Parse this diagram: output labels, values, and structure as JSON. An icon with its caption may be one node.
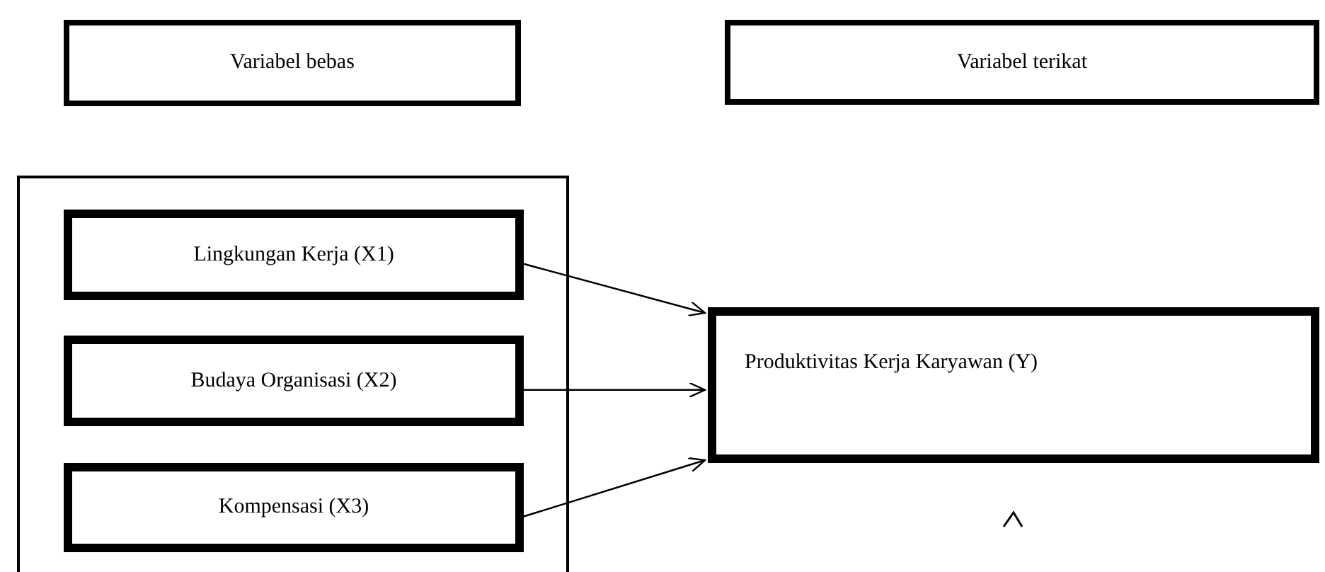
{
  "diagram": {
    "nodes": [
      {
        "text": [
          "Variabel bebas"
        ]
      },
      {
        "text": [
          "Variabel terikat"
        ]
      },
      {
        "text": [],
        "shape": "box"
      },
      {
        "text": [
          "Lingkungan Kerja (X1)"
        ],
        "in": 2
      },
      {
        "text": [
          "Budaya Organisasi (X2)"
        ],
        "in": 2
      },
      {
        "text": [
          "Kompensasi (X3)"
        ],
        "in": 2
      },
      {
        "text": [
          "Produktivitas Kerja Karyawan (Y)"
        ]
      }
    ],
    "edges": [
      {
        "from": 3,
        "to": 6,
        "arrow": "to"
      },
      {
        "from": 4,
        "to": 6,
        "arrow": "to"
      },
      {
        "from": 5,
        "to": 6,
        "arrow": "to"
      }
    ]
  }
}
